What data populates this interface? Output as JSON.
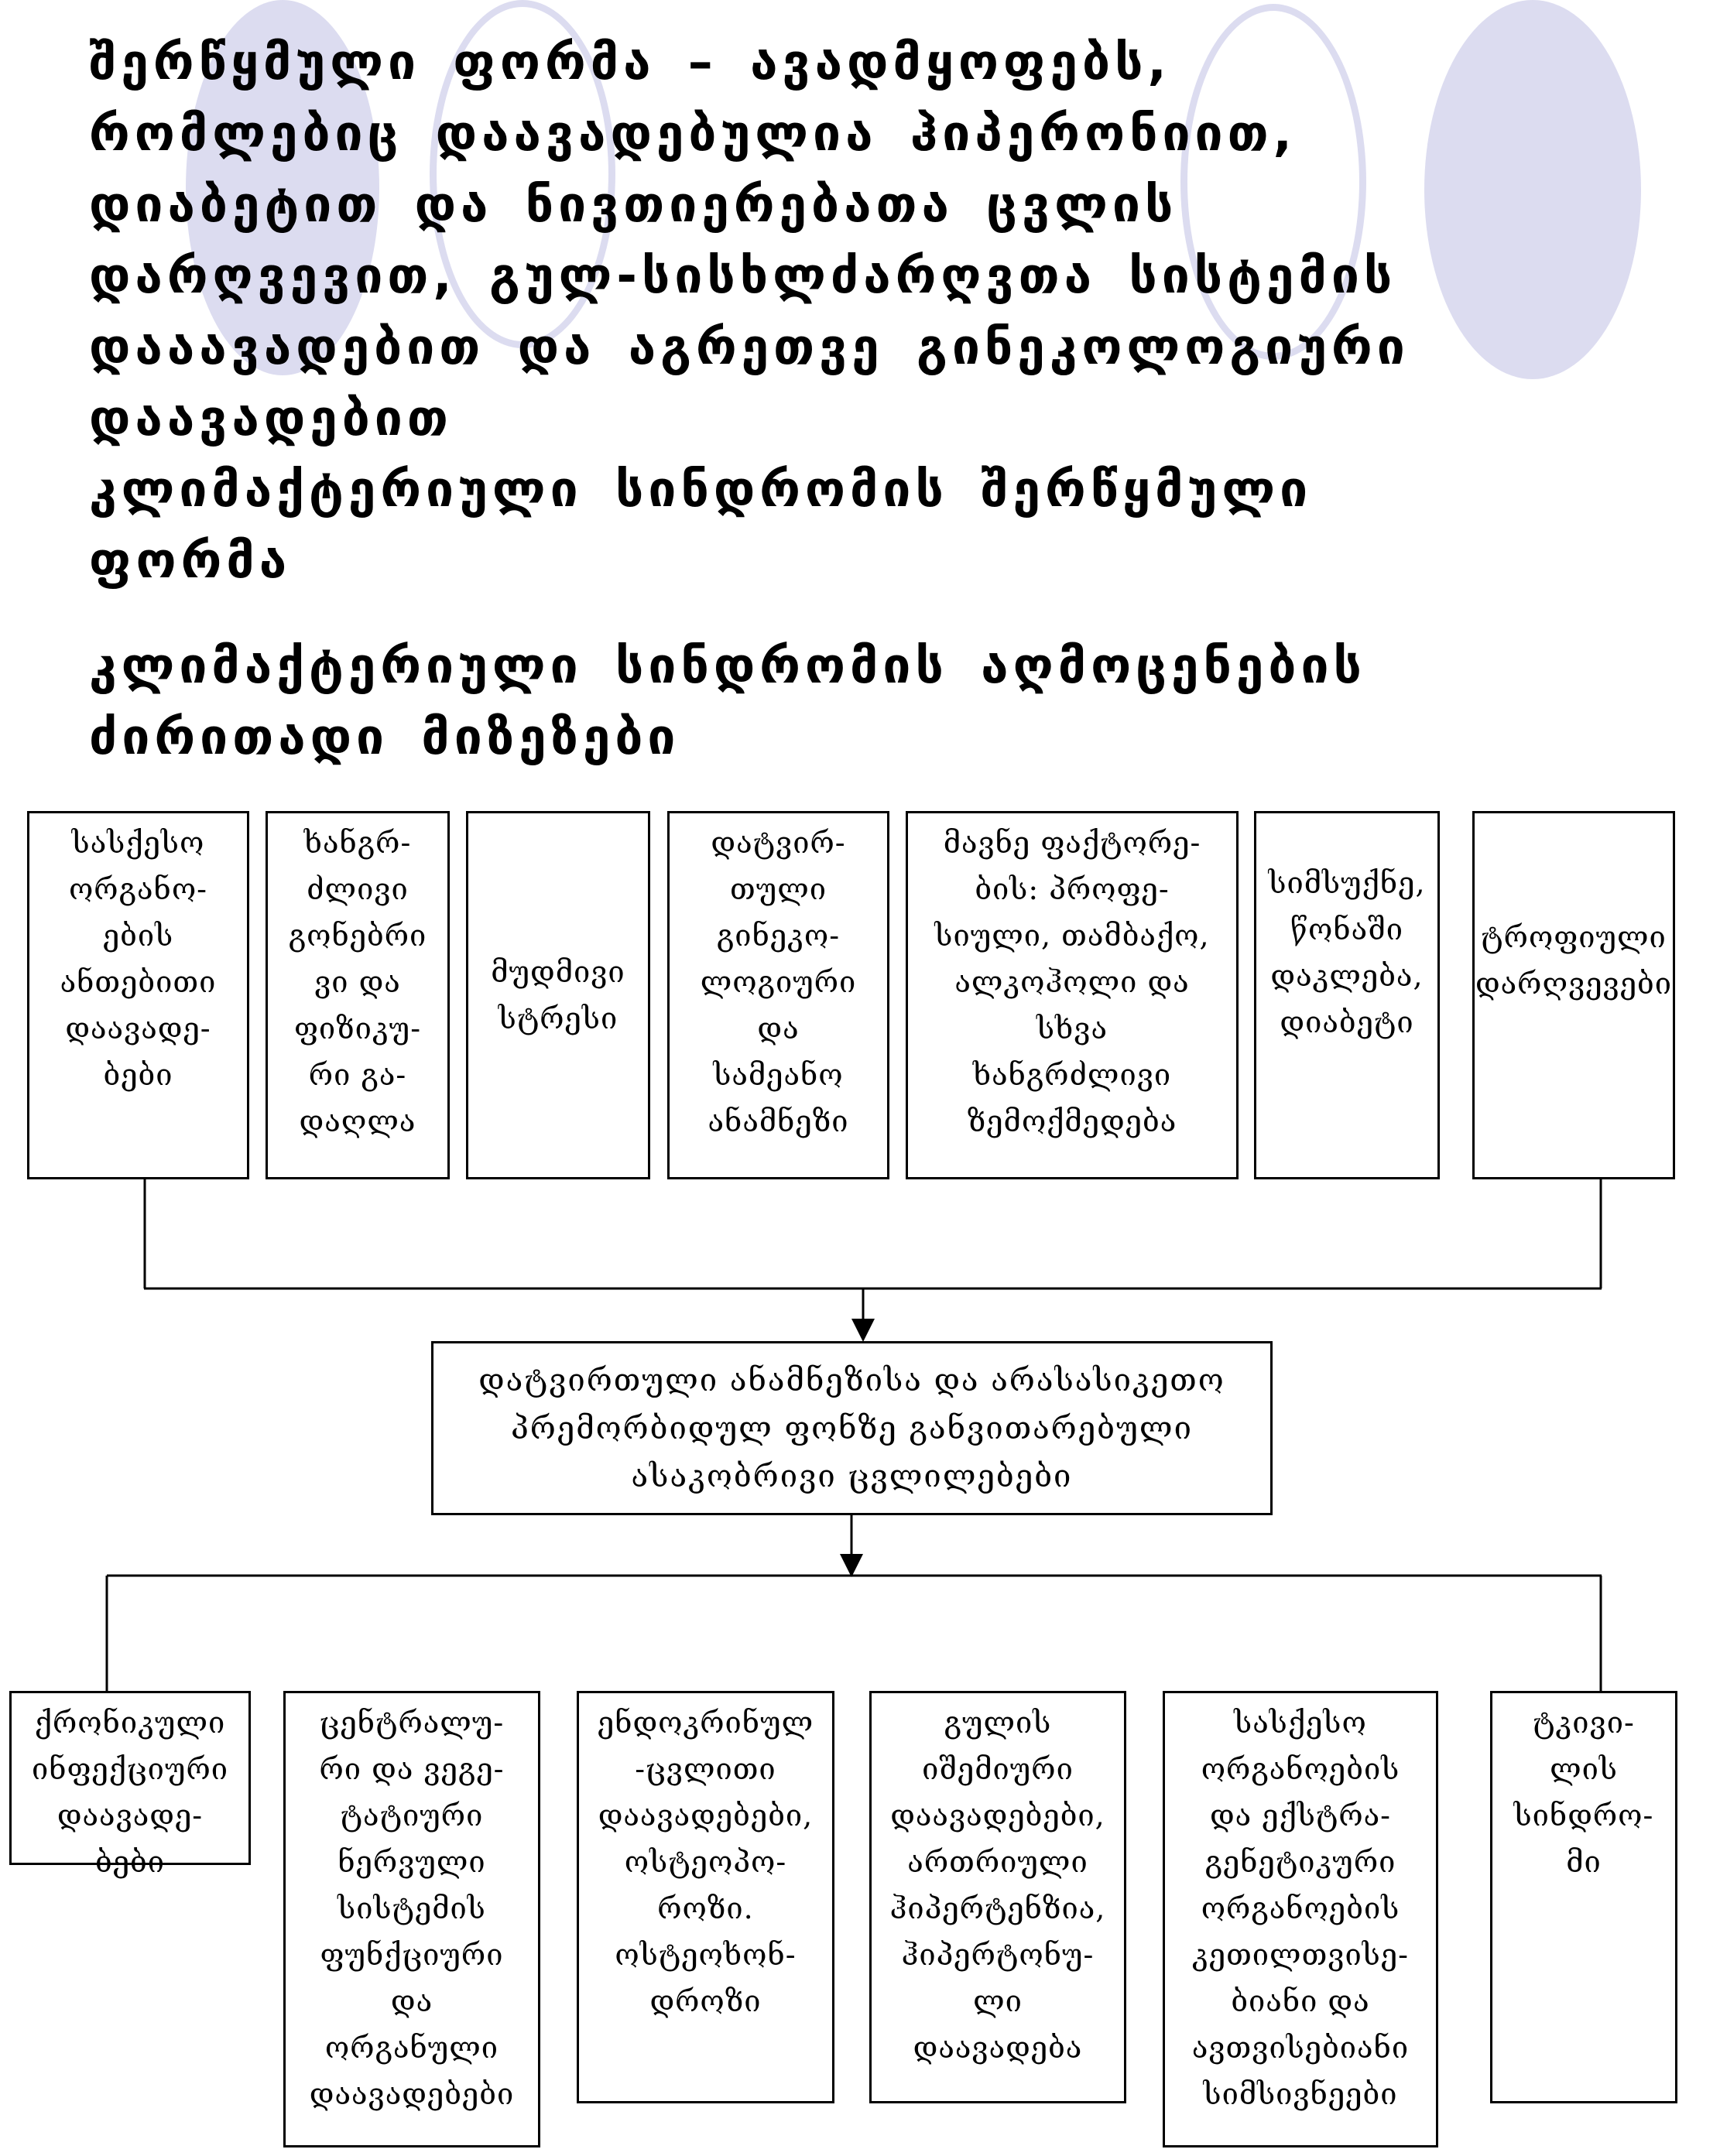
{
  "colors": {
    "ellipse": "#dcdcf0",
    "line": "#000000"
  },
  "heading": {
    "lines_1": "შერწყმული ფორმა – ავადმყოფებს,\nრომლებიც დაავადებულია ჰიპერონიით,\nდიაბეტით და ნივთიერებათა ცვლის\nდარღვევით, გულ-სისხლძარღვთა სისტემის\nდააავადებით და აგრეთვე გინეკოლოგიური\nდაავადებით",
    "lines_2": "კლიმაქტერიული სინდრომის შერწყმული\nფორმა",
    "lines_3": "კლიმაქტერიული სინდრომის აღმოცენების\nძირითადი მიზეზები"
  },
  "diagram": {
    "causes": [
      "სასქესო\nორგანო-\nების\nანთებითი\nდაავადე-\nბები",
      "ხანგრ-\nძლივი\nგონებრი\nვი და\nფიზიკუ-\nრი გა-\nდაღლა",
      "მუდმივი\nსტრესი",
      "დატვირ-\nთული\nგინეკო-\nლოგიური\nდა\nსამეანო\nანამნეზი",
      "მავნე ფაქტორე-\nბის: პროფე-\nსიული, თამბაქო,\nალკოჰოლი და\nსხვა\nხანგრძლივი\nზემოქმედება",
      "სიმსუქნე,\nწონაში\nდაკლება,\nდიაბეტი",
      "ტროფიული\nდარღვევები"
    ],
    "center": "დატვირთული ანამნეზისა და არასასიკეთო\nპრემორბიდულ ფონზე განვითარებული\nასაკობრივი ცვლილებები",
    "outcomes": [
      "ქრონიკული\nინფექციური\nდაავადე-\nბები",
      "ცენტრალუ-\nრი და ვეგე-\nტატიური\nნერვული\nსისტემის\nფუნქციური\nდა\nორგანული\nდაავადებები",
      "ენდოკრინულ\n-ცვლითი\nდაავადებები,\nოსტეოპო-\nროზი.\nოსტეოხონ-\nდროზი",
      "გულის\nიშემიური\nდაავადებები,\nართრიული\nჰიპერტენზია,\nჰიპერტონუ-\nლი\nდაავადება",
      "სასქესო\nორგანოების\nდა ექსტრა-\nგენეტიკური\nორგანოების\nკეთილთვისე-\nბიანი და\nავთვისებიანი\nსიმსივნეები",
      "ტკივი-\nლის\nსინდრო-\nმი"
    ]
  }
}
